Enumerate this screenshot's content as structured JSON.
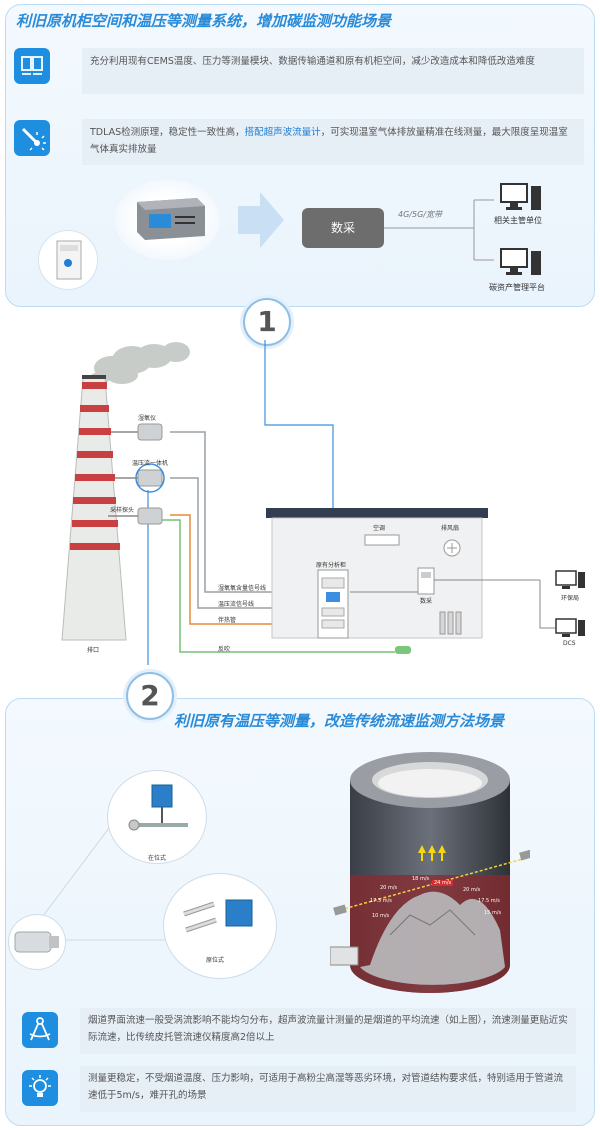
{
  "section1": {
    "title": "利旧原机柜空间和温压等测量系统，增加碳监测功能场景",
    "point1": "充分利用现有CEMS温度、压力等测量模块、数据传输通道和原有机柜空间，减少改造成本和降低改造难度",
    "point2_pre": "TDLAS检测原理，稳定性一致性高，",
    "point2_hl": "搭配超声波流量计",
    "point2_post": "，可实现温室气体排放量精准在线测量，最大限度呈现温室气体真实排放量",
    "datacap": "数采",
    "network": "4G/5G/宽带",
    "dest1": "相关主管单位",
    "dest2": "碳资产管理平台"
  },
  "badges": {
    "one": "1",
    "two": "2"
  },
  "diagram": {
    "probe_humidity": "湿氧仪",
    "probe_tp": "温压流一体机",
    "probe_sampling": "采样探头",
    "outlet": "排口",
    "line_signal": "湿氧氧含量信号线",
    "line_tp_signal": "温压流信号线",
    "line_heat": "伴热管",
    "line_backblow": "反吹",
    "ac": "空调",
    "exhaust_fan": "排风扇",
    "analyzer": "原有分析柜",
    "datacap": "数采",
    "epb": "环保局",
    "dcs": "DCS"
  },
  "section2": {
    "title": "利旧原有温压等测量，改造传统流速监测方法场景",
    "install1": "在位式",
    "install2": "原位式",
    "speeds": [
      "18 m/s",
      "24 m/s",
      "20 m/s",
      "20 m/s",
      "17.5 m/s",
      "17.5 m/s",
      "15 m/s",
      "10 m/s"
    ],
    "point1": "烟道界面流速一般受涡流影响不能均匀分布，超声波流量计测量的是烟道的平均流速（如上图），流速测量更贴近实际流速，比传统皮托管流速仪精度高2倍以上",
    "point2": "测量更稳定，不受烟道温度、压力影响，可适用于高粉尘高湿等恶劣环境，对管道结构要求低，特别适用于管道流速低于5m/s，难开孔的场景"
  },
  "colors": {
    "accent": "#2a8bd8",
    "icon_bg": "#1e8fe0",
    "stack_stripe": "#c94040"
  }
}
